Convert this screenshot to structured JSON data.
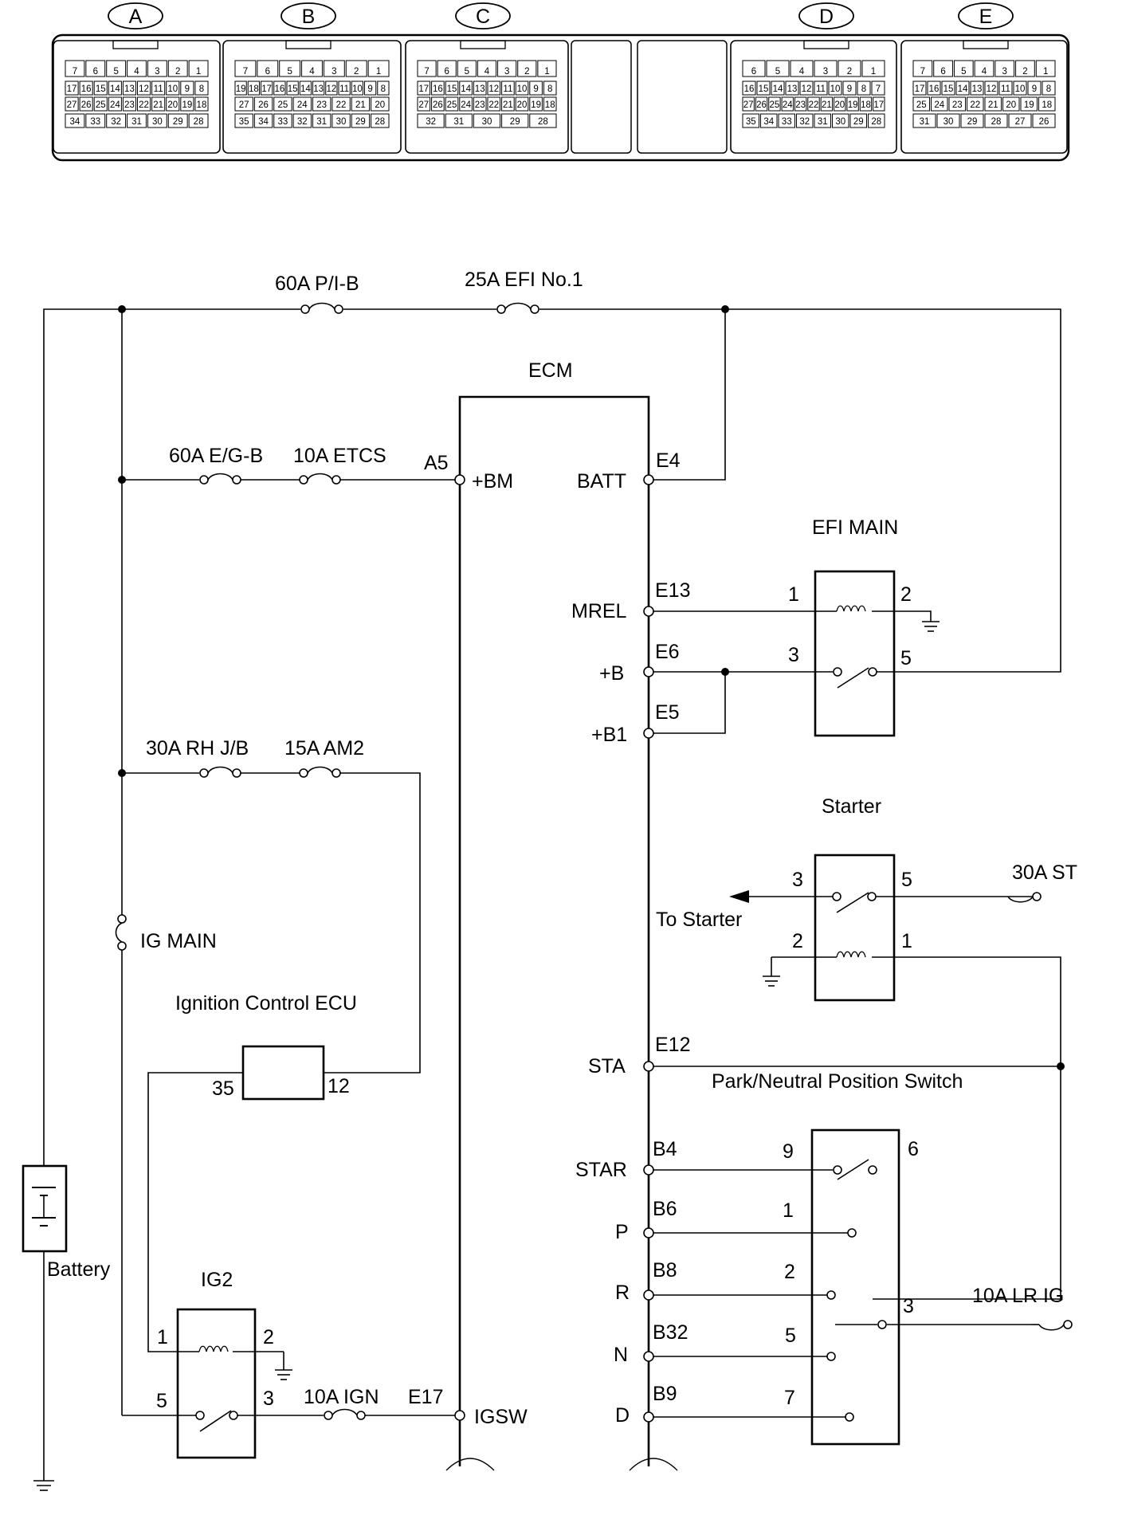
{
  "connectors": [
    {
      "id": "A",
      "rows": [
        [
          "7",
          "6",
          "5",
          "4",
          "3",
          "2",
          "1"
        ],
        [
          "17",
          "16",
          "15",
          "14",
          "13",
          "12",
          "11",
          "10",
          "9",
          "8"
        ],
        [
          "27",
          "26",
          "25",
          "24",
          "23",
          "22",
          "21",
          "20",
          "19",
          "18"
        ],
        [
          "34",
          "33",
          "32",
          "31",
          "30",
          "29",
          "28"
        ]
      ]
    },
    {
      "id": "B",
      "rows": [
        [
          "7",
          "6",
          "5",
          "4",
          "3",
          "2",
          "1"
        ],
        [
          "19",
          "18",
          "17",
          "16",
          "15",
          "14",
          "13",
          "12",
          "11",
          "10",
          "9",
          "8"
        ],
        [
          "27",
          "26",
          "25",
          "24",
          "23",
          "22",
          "21",
          "20"
        ],
        [
          "35",
          "34",
          "33",
          "32",
          "31",
          "30",
          "29",
          "28"
        ]
      ]
    },
    {
      "id": "C",
      "rows": [
        [
          "7",
          "6",
          "5",
          "4",
          "3",
          "2",
          "1"
        ],
        [
          "17",
          "16",
          "15",
          "14",
          "13",
          "12",
          "11",
          "10",
          "9",
          "8"
        ],
        [
          "27",
          "26",
          "25",
          "24",
          "23",
          "22",
          "21",
          "20",
          "19",
          "18"
        ],
        [
          "32",
          "31",
          "30",
          "29",
          "28"
        ]
      ]
    },
    {
      "id": "D",
      "rows": [
        [
          "6",
          "5",
          "4",
          "3",
          "2",
          "1"
        ],
        [
          "16",
          "15",
          "14",
          "13",
          "12",
          "11",
          "10",
          "9",
          "8",
          "7"
        ],
        [
          "27",
          "26",
          "25",
          "24",
          "23",
          "22",
          "21",
          "20",
          "19",
          "18",
          "17"
        ],
        [
          "35",
          "34",
          "33",
          "32",
          "31",
          "30",
          "29",
          "28"
        ]
      ]
    },
    {
      "id": "E",
      "rows": [
        [
          "7",
          "6",
          "5",
          "4",
          "3",
          "2",
          "1"
        ],
        [
          "17",
          "16",
          "15",
          "14",
          "13",
          "12",
          "11",
          "10",
          "9",
          "8"
        ],
        [
          "25",
          "24",
          "23",
          "22",
          "21",
          "20",
          "19",
          "18"
        ],
        [
          "31",
          "30",
          "29",
          "28",
          "27",
          "26"
        ]
      ]
    }
  ],
  "labels": {
    "fuse_pib": "60A P/I-B",
    "fuse_efi1": "25A EFI No.1",
    "ecm": "ECM",
    "fuse_egb": "60A E/G-B",
    "fuse_etcs": "10A ETCS",
    "pin_a5": "A5",
    "sig_bm": "+BM",
    "sig_batt": "BATT",
    "pin_e4": "E4",
    "efi_main": "EFI MAIN",
    "pin_e13": "E13",
    "sig_mrel": "MREL",
    "pin_e6": "E6",
    "sig_b": "+B",
    "pin_e5": "E5",
    "sig_b1": "+B1",
    "efi_p1": "1",
    "efi_p2": "2",
    "efi_p3": "3",
    "efi_p5": "5",
    "fuse_rhjb": "30A RH J/B",
    "fuse_am2": "15A AM2",
    "starter": "Starter",
    "st_p3": "3",
    "st_p5": "5",
    "st_p2": "2",
    "st_p1": "1",
    "fuse_st": "30A ST",
    "to_starter": "To Starter",
    "ig_main": "IG MAIN",
    "ign_ecu": "Ignition Control ECU",
    "ecu_p35": "35",
    "ecu_p12": "12",
    "pin_e12": "E12",
    "sig_sta": "STA",
    "pnp": "Park/Neutral Position Switch",
    "pin_b4": "B4",
    "sig_star": "STAR",
    "pnp_p9": "9",
    "pnp_p6": "6",
    "pin_b6": "B6",
    "sig_p": "P",
    "pnp_p1": "1",
    "pin_b8": "B8",
    "sig_r": "R",
    "pnp_p2": "2",
    "pnp_p3": "3",
    "fuse_lrig": "10A  LR IG",
    "pin_b32": "B32",
    "sig_n": "N",
    "pnp_p5": "5",
    "pin_b9": "B9",
    "sig_d": "D",
    "pnp_p7": "7",
    "battery": "Battery",
    "ig2": "IG2",
    "ig2_p1": "1",
    "ig2_p2": "2",
    "ig2_p5": "5",
    "ig2_p3": "3",
    "fuse_ign": "10A IGN",
    "pin_e17": "E17",
    "sig_igsw": "IGSW"
  }
}
